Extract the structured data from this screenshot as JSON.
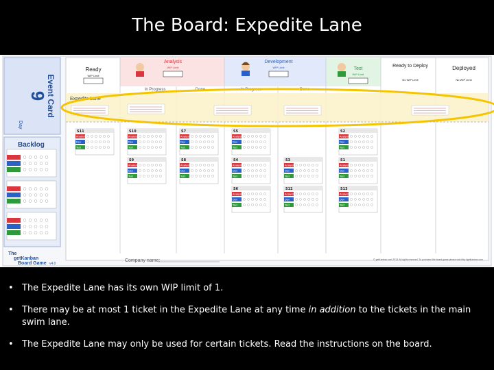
{
  "slide": {
    "title": "The Board: Expedite Lane"
  },
  "board": {
    "event_card": {
      "label": "Event Card",
      "number": "9",
      "day_label": "Day"
    },
    "backlog_label": "Backlog",
    "columns": [
      {
        "name": "Ready",
        "wip": "WIP Limit"
      },
      {
        "name": "Analysis",
        "wip": "WIP Limit"
      },
      {
        "name": "Development",
        "wip": "WIP Limit"
      },
      {
        "name": "Test",
        "wip": "WIP Limit"
      },
      {
        "name": "Ready to Deploy",
        "wip": "No WIP Limit"
      },
      {
        "name": "Deployed",
        "wip": "No WIP Limit"
      }
    ],
    "sub_columns": {
      "in_progress": "In Progress",
      "done": "Done"
    },
    "expedite_lane": "Expedite Lane",
    "company_label": "Company name:",
    "logo": {
      "line1": "The",
      "line2": "getKanban",
      "line3": "Board Game",
      "version": "v4.0"
    },
    "ticket_ids": [
      "S11",
      "S10",
      "S7",
      "S5",
      "S2",
      "S4",
      "S8",
      "S9",
      "S3",
      "S6",
      "S1",
      "S12",
      "S13"
    ],
    "task_rows": [
      "Analysis",
      "Dev",
      "Test"
    ],
    "copyright": "© getKanban.com 2013. All rights reserved. To purchase the board game please visit http://getkanban.com"
  },
  "bullets": [
    {
      "text": "The Expedite Lane has its own WIP limit of 1."
    },
    {
      "before": "There may be at most 1 ticket in the Expedite Lane at any time ",
      "emphasis": "in addition",
      "after": " to the tickets in the main swim lane."
    },
    {
      "text": "The Expedite Lane may only be used for certain tickets. Read the instructions on the board."
    }
  ],
  "colors": {
    "background": "#000000",
    "expedite_highlight": "#f5c400",
    "board_blue": "#1f4e9a",
    "analysis_red": "#d9363e",
    "dev_blue": "#2a61c9",
    "test_green": "#2e9a3c"
  }
}
